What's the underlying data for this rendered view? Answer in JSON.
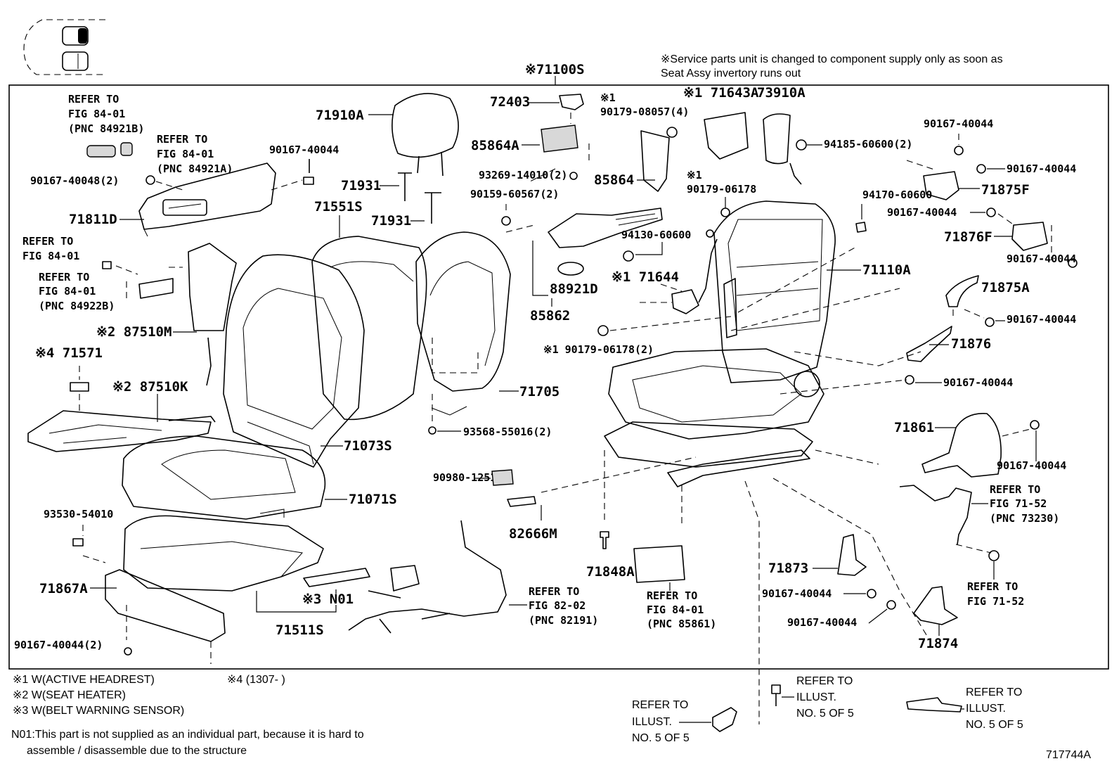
{
  "service_note": {
    "line1": "※Service parts unit is changed to component supply only as soon as",
    "line2": "Seat Assy invertory runs out"
  },
  "assembly_label": "※71100S",
  "labels": {
    "refer_84921b": [
      "REFER TO",
      "FIG 84-01",
      "(PNC 84921B)"
    ],
    "refer_84921a": [
      "REFER TO",
      "FIG 84-01",
      "(PNC 84921A)"
    ],
    "p90167_40044_a": "90167-40044",
    "p90167_40048": "90167-40048(2)",
    "p71811d": "71811D",
    "refer_84_01": [
      "REFER TO",
      "FIG 84-01"
    ],
    "refer_84922b": [
      "REFER TO",
      "FIG 84-01",
      "(PNC 84922B)"
    ],
    "p87510m": "※2 87510M",
    "p71571": "※4 71571",
    "p87510k": "※2 87510K",
    "p71910a": "71910A",
    "p71931_a": "71931",
    "p71931_b": "71931",
    "p71551s": "71551S",
    "p72403": "72403",
    "p85864a": "85864A",
    "p93269": "93269-14010(2)",
    "p90159": "90159-60567(2)",
    "p90179_08057": [
      "※1",
      "90179-08057(4)"
    ],
    "p71643a": "※1 71643A",
    "p73910a": "73910A",
    "p85864": "85864",
    "p90179_06178": [
      "※1",
      "90179-06178"
    ],
    "p94185": "94185-60600(2)",
    "p94170": "94170-60600",
    "p94130": "94130-60600",
    "p71644": "※1 71644",
    "p88921d": "88921D",
    "p85862": "85862",
    "p90179_06178_2": "※1 90179-06178(2)",
    "p71110a": "71110A",
    "p90167_40044_r1": "90167-40044",
    "p90167_40044_r2": "90167-40044",
    "p71875f": "71875F",
    "p90167_40044_r3": "90167-40044",
    "p71876f": "71876F",
    "p90167_40044_r4": "90167-40044",
    "p71875a": "71875A",
    "p90167_40044_r5": "90167-40044",
    "p71876": "71876",
    "p90167_40044_r6": "90167-40044",
    "p71861": "71861",
    "p90167_40044_r7": "90167-40044",
    "refer_73230": [
      "REFER TO",
      "FIG 71-52",
      "(PNC 73230)"
    ],
    "refer_71_52": [
      "REFER TO",
      "FIG 71-52"
    ],
    "p71705": "71705",
    "p93568": "93568-55016(2)",
    "p71073s": "71073S",
    "p71071s": "71071S",
    "p93530": "93530-54010",
    "p71867a": "71867A",
    "p90167_40044_2": "90167-40044(2)",
    "p71511s": "71511S",
    "p_n01": "※3 N01",
    "p90980": "90980-12519",
    "p82666m": "82666M",
    "refer_82191": [
      "REFER TO",
      "FIG 82-02",
      "(PNC 82191)"
    ],
    "p71848a": "71848A",
    "refer_85861": [
      "REFER TO",
      "FIG 84-01",
      "(PNC 85861)"
    ],
    "p71873": "71873",
    "p90167_40044_b1": "90167-40044",
    "p90167_40044_b2": "90167-40044",
    "p71874": "71874"
  },
  "footnotes": {
    "n1": "※1 W(ACTIVE HEADREST)",
    "n2": "※2 W(SEAT HEATER)",
    "n3": "※3 W(BELT WARNING SENSOR)",
    "n4": "※4 (1307-        )",
    "n01_line1": "N01:This part is not supplied as an individual part, because it is hard to",
    "n01_line2": "assemble / disassemble due to the structure"
  },
  "refer_illust": {
    "a": [
      "REFER TO",
      "ILLUST.",
      "NO. 5 OF 5"
    ],
    "b": [
      "REFER TO",
      "ILLUST.",
      "NO. 5 OF 5"
    ],
    "c": [
      "REFER TO",
      "ILLUST.",
      "NO. 5 OF 5"
    ]
  },
  "figure_id": "717744A"
}
